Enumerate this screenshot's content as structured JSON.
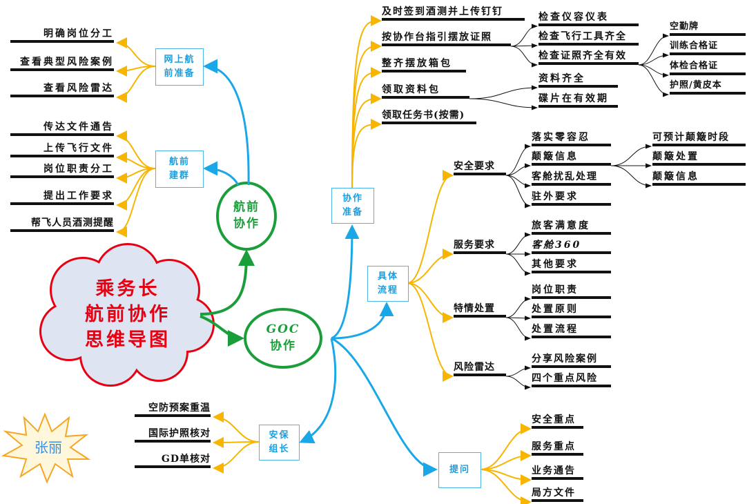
{
  "center": {
    "title_lines": [
      "乘务长",
      "航前协作",
      "思维导图"
    ]
  },
  "name_badge": "张丽",
  "colors": {
    "blue": "#1aa7e8",
    "yellow": "#f7b500",
    "green": "#1a9e3a",
    "red": "#e60012"
  },
  "preflight": {
    "label_lines": [
      "航前",
      "协作"
    ],
    "online_prep": {
      "label_lines": [
        "网上航",
        "前准备"
      ],
      "items": [
        "明确岗位分工",
        "查看典型风险案例",
        "查看风险雷达"
      ]
    },
    "group": {
      "label_lines": [
        "航前",
        "建群"
      ],
      "items": [
        "传达文件通告",
        "上传飞行文件",
        "岗位职责分工",
        "提出工作要求",
        "帮飞人员酒测提醒"
      ]
    }
  },
  "goc": {
    "label_lines": [
      "GOC",
      "协作"
    ],
    "prep": {
      "label_lines": [
        "协作",
        "准备"
      ],
      "items": [
        "及时签到酒测并上传钉钉",
        "按协作台指引摆放证照",
        "整齐摆放箱包",
        "领取资料包",
        "领取任务书(按需)"
      ],
      "checks": [
        "检查仪容仪表",
        "检查飞行工具齐全",
        "检查证照齐全有效"
      ],
      "certs": [
        "空勤牌",
        "训练合格证",
        "体检合格证",
        "护照/黄皮本"
      ],
      "materials": [
        "资料齐全",
        "碟片在有效期"
      ]
    },
    "process": {
      "label_lines": [
        "具体",
        "流程"
      ],
      "categories": [
        "安全要求",
        "服务要求",
        "特情处置",
        "风险雷达"
      ],
      "safety": [
        "落实零容忍",
        "颠簸信息",
        "客舱扰乱处理",
        "驻外要求"
      ],
      "turbulence": [
        "可预计颠簸时段",
        "颠簸处置",
        "颠簸信息"
      ],
      "service": [
        "旅客满意度",
        "客舱360",
        "其他要求"
      ],
      "special": [
        "岗位职责",
        "处置原则",
        "处置流程"
      ],
      "risk": [
        "分享风险案例",
        "四个重点风险"
      ]
    },
    "questions": {
      "label": "提问",
      "items": [
        "安全重点",
        "服务重点",
        "业务通告",
        "局方文件"
      ]
    },
    "security": {
      "label_lines": [
        "安保",
        "组长"
      ],
      "items": [
        "空防预案重温",
        "国际护照核对",
        "GD单核对"
      ]
    }
  }
}
